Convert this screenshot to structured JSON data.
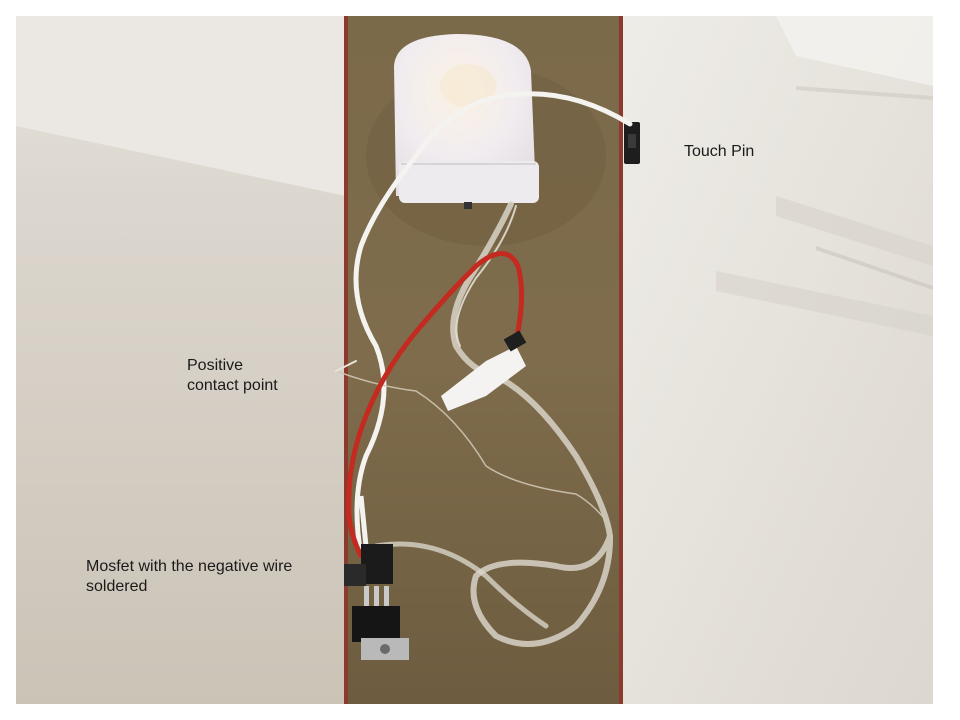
{
  "annotations": {
    "touch_pin": "Touch Pin",
    "positive_contact": "Positive\ncontact point",
    "mosfet": "Mosfet with the negative wire\nsoldered"
  }
}
